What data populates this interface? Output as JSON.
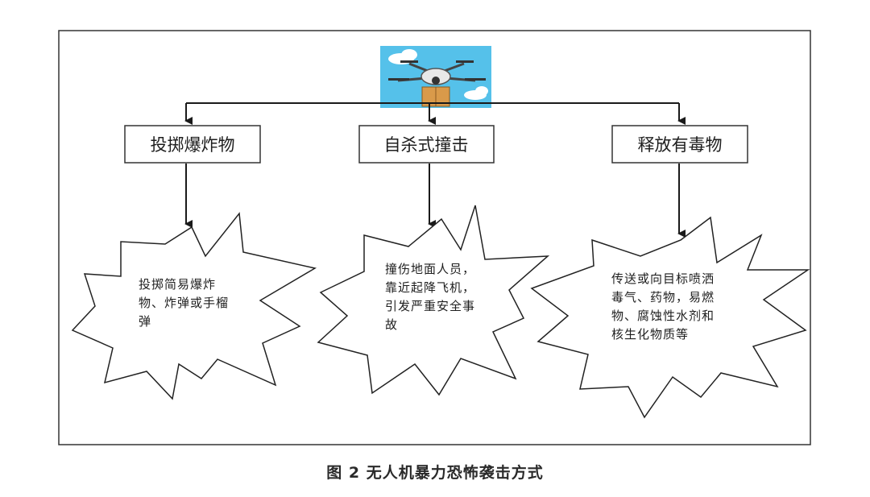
{
  "figure": {
    "caption": "图 2   无人机暴力恐怖袭击方式",
    "top_icon": "drone-icon",
    "categories": [
      {
        "label": "投掷爆炸物",
        "detail": "投掷简易爆炸物、炸弹或手榴弹"
      },
      {
        "label": "自杀式撞击",
        "detail": "撞伤地面人员，靠近起降飞机，引发严重安全事故"
      },
      {
        "label": "释放有毒物",
        "detail": "传送或向目标喷洒毒气、药物，易燃物、腐蚀性水剂和核生化物质等"
      }
    ]
  }
}
